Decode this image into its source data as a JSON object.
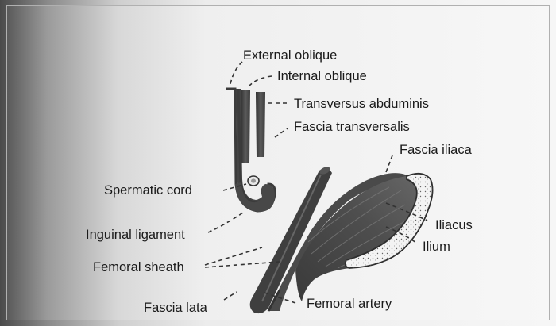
{
  "labels": {
    "external_oblique": "External oblique",
    "internal_oblique": "Internal oblique",
    "transversus_abduminis": "Transversus abduminis",
    "fascia_transversalis": "Fascia transversalis",
    "fascia_iliaca": "Fascia iliaca",
    "spermatic_cord": "Spermatic cord",
    "inguinal_ligament": "Inguinal ligament",
    "iliacus": "Iliacus",
    "ilium": "Ilium",
    "femoral_sheath": "Femoral sheath",
    "fascia_lata": "Fascia lata",
    "femoral_artery": "Femoral artery"
  },
  "colors": {
    "structure_dark": "#3d3d3d",
    "structure_mid": "#5a5a5a",
    "leader_line": "#333333",
    "ilium_fill": "#f2f2f2"
  }
}
